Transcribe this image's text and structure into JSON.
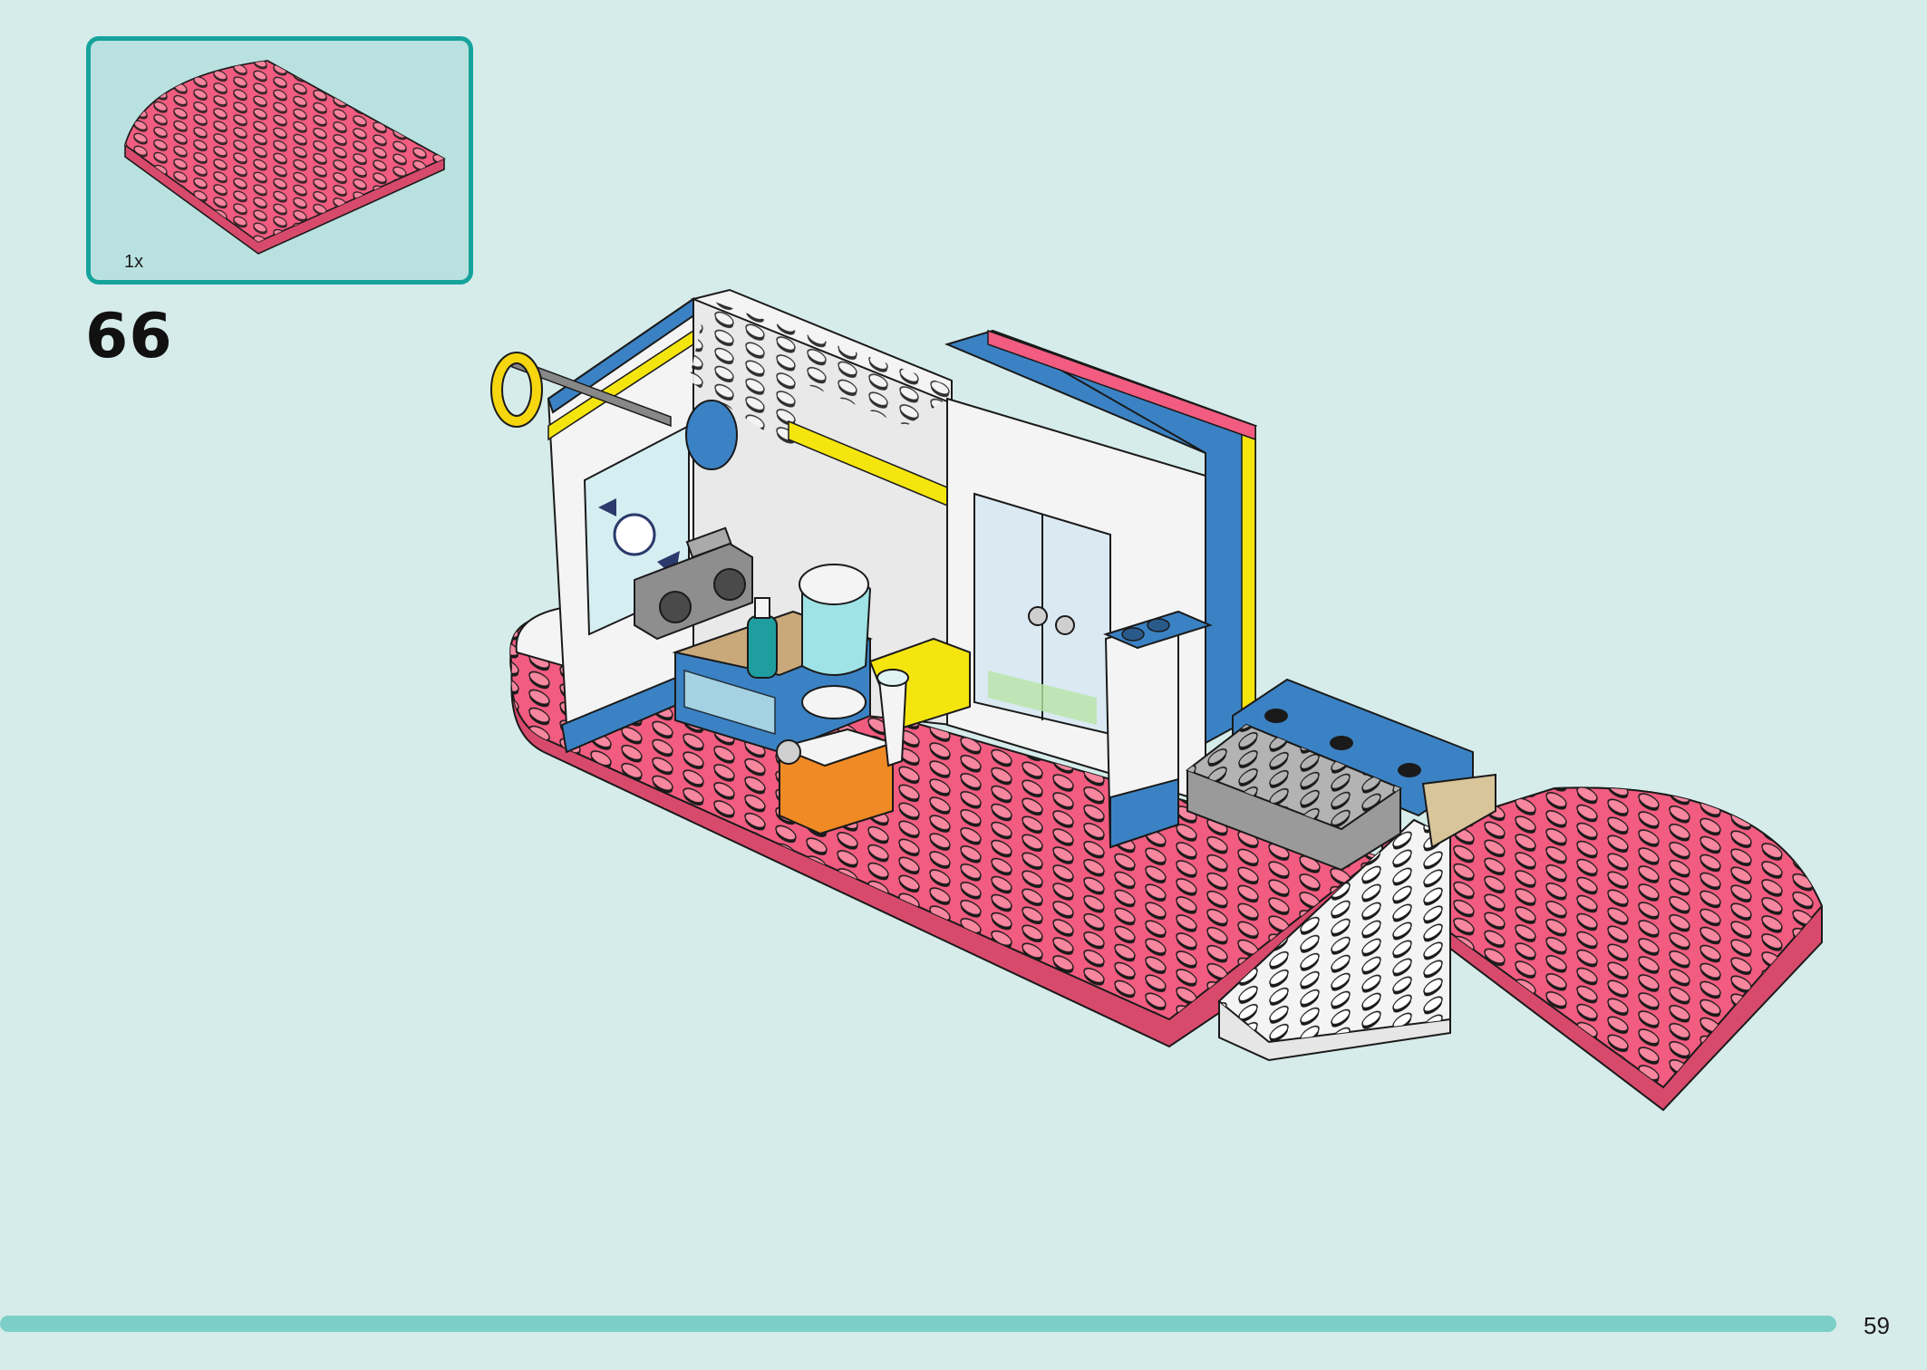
{
  "page": {
    "background_color": "#d6ecea",
    "accent_color": "#16a39c",
    "progress_color": "#7ccfc8"
  },
  "parts_callout": {
    "quantity": "1x",
    "part_color": "#f25c80",
    "part_icon": "round-corner-plate-icon"
  },
  "step": {
    "number": "66"
  },
  "illustration": {
    "icon": "lego-build-model-icon",
    "colors": {
      "pink": "#f25c80",
      "blue": "#3b82c4",
      "white": "#f4f4f4",
      "yellow": "#f5e50f",
      "orange": "#f08a24",
      "gray": "#9a9a9a",
      "tan": "#d8c59a"
    }
  },
  "footer": {
    "page_number": "59"
  }
}
